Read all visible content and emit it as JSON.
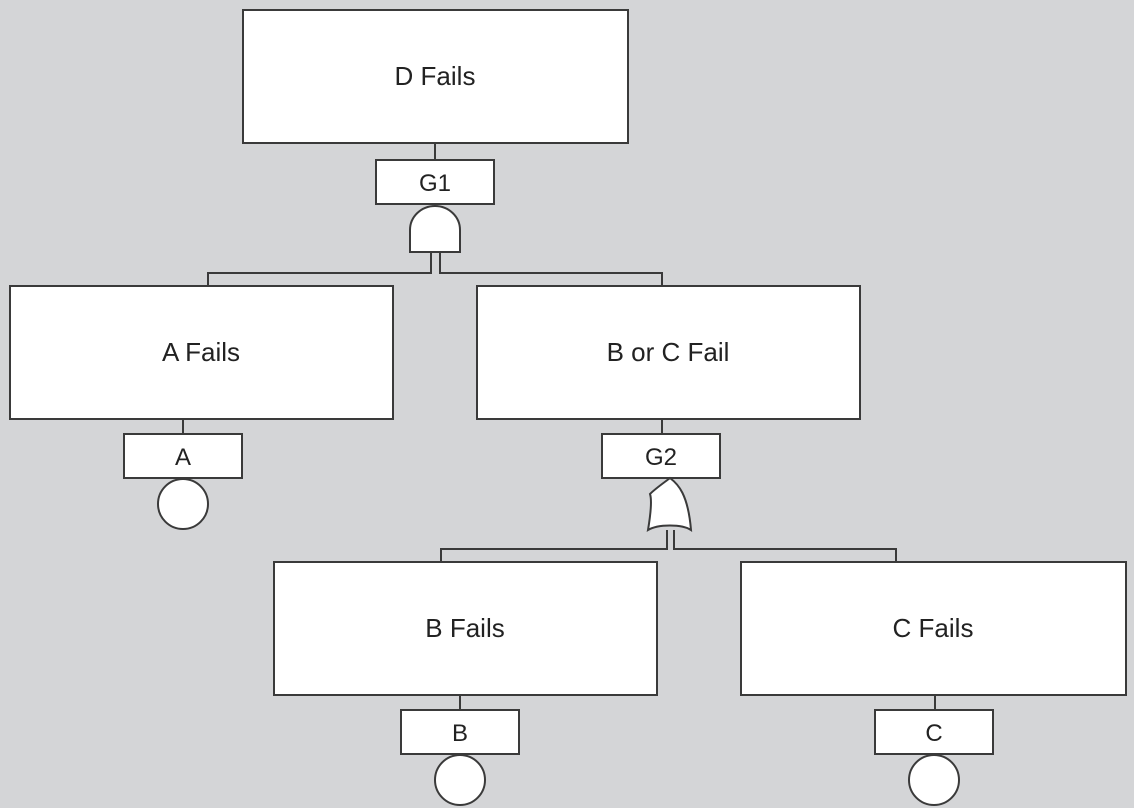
{
  "top_event": {
    "label": "D Fails",
    "gate_id": "G1",
    "gate_type": "AND"
  },
  "intermediate_events": [
    {
      "label": "A Fails",
      "id": "A",
      "kind": "basic"
    },
    {
      "label": "B or C Fail",
      "id": "G2",
      "kind": "gate",
      "gate_type": "OR"
    }
  ],
  "basic_events": [
    {
      "label": "B Fails",
      "id": "B"
    },
    {
      "label": "C Fails",
      "id": "C"
    }
  ],
  "colors": {
    "background": "#d4d5d7",
    "box_fill": "#ffffff",
    "stroke": "#3a3a3a"
  }
}
